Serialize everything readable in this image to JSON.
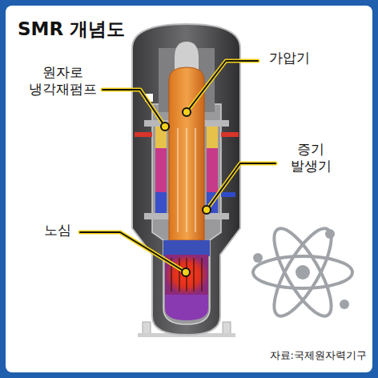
{
  "diagram": {
    "title": "SMR 개념도",
    "caption": "자료:국제원자력기구",
    "labels": [
      "원자로 냉각재펌프",
      "가압기",
      "증기 발생기",
      "노심"
    ]
  }
}
